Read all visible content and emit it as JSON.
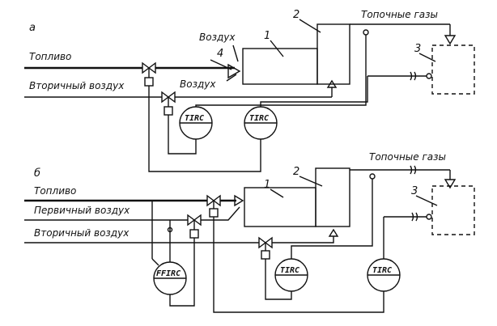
{
  "diagram": {
    "part_a": {
      "letter": "а",
      "fuel": "Топливо",
      "secondary_air": "Вторичный воздух",
      "air_top": "Воздух",
      "air_bottom": "Воздух",
      "flue_gases": "Топочные газы",
      "num_1": "1",
      "num_2": "2",
      "num_3": "3",
      "num_4": "4",
      "inst_left": "TIRC",
      "inst_right": "TIRC"
    },
    "part_b": {
      "letter": "б",
      "fuel": "Топливо",
      "primary_air": "Первичный воздух",
      "secondary_air": "Вторичный воздух",
      "flue_gases": "Топочные газы",
      "num_1": "1",
      "num_2": "2",
      "num_3": "3",
      "inst_ratio": "FFIRC",
      "inst_mid": "TIRC",
      "inst_right": "TIRC"
    }
  }
}
